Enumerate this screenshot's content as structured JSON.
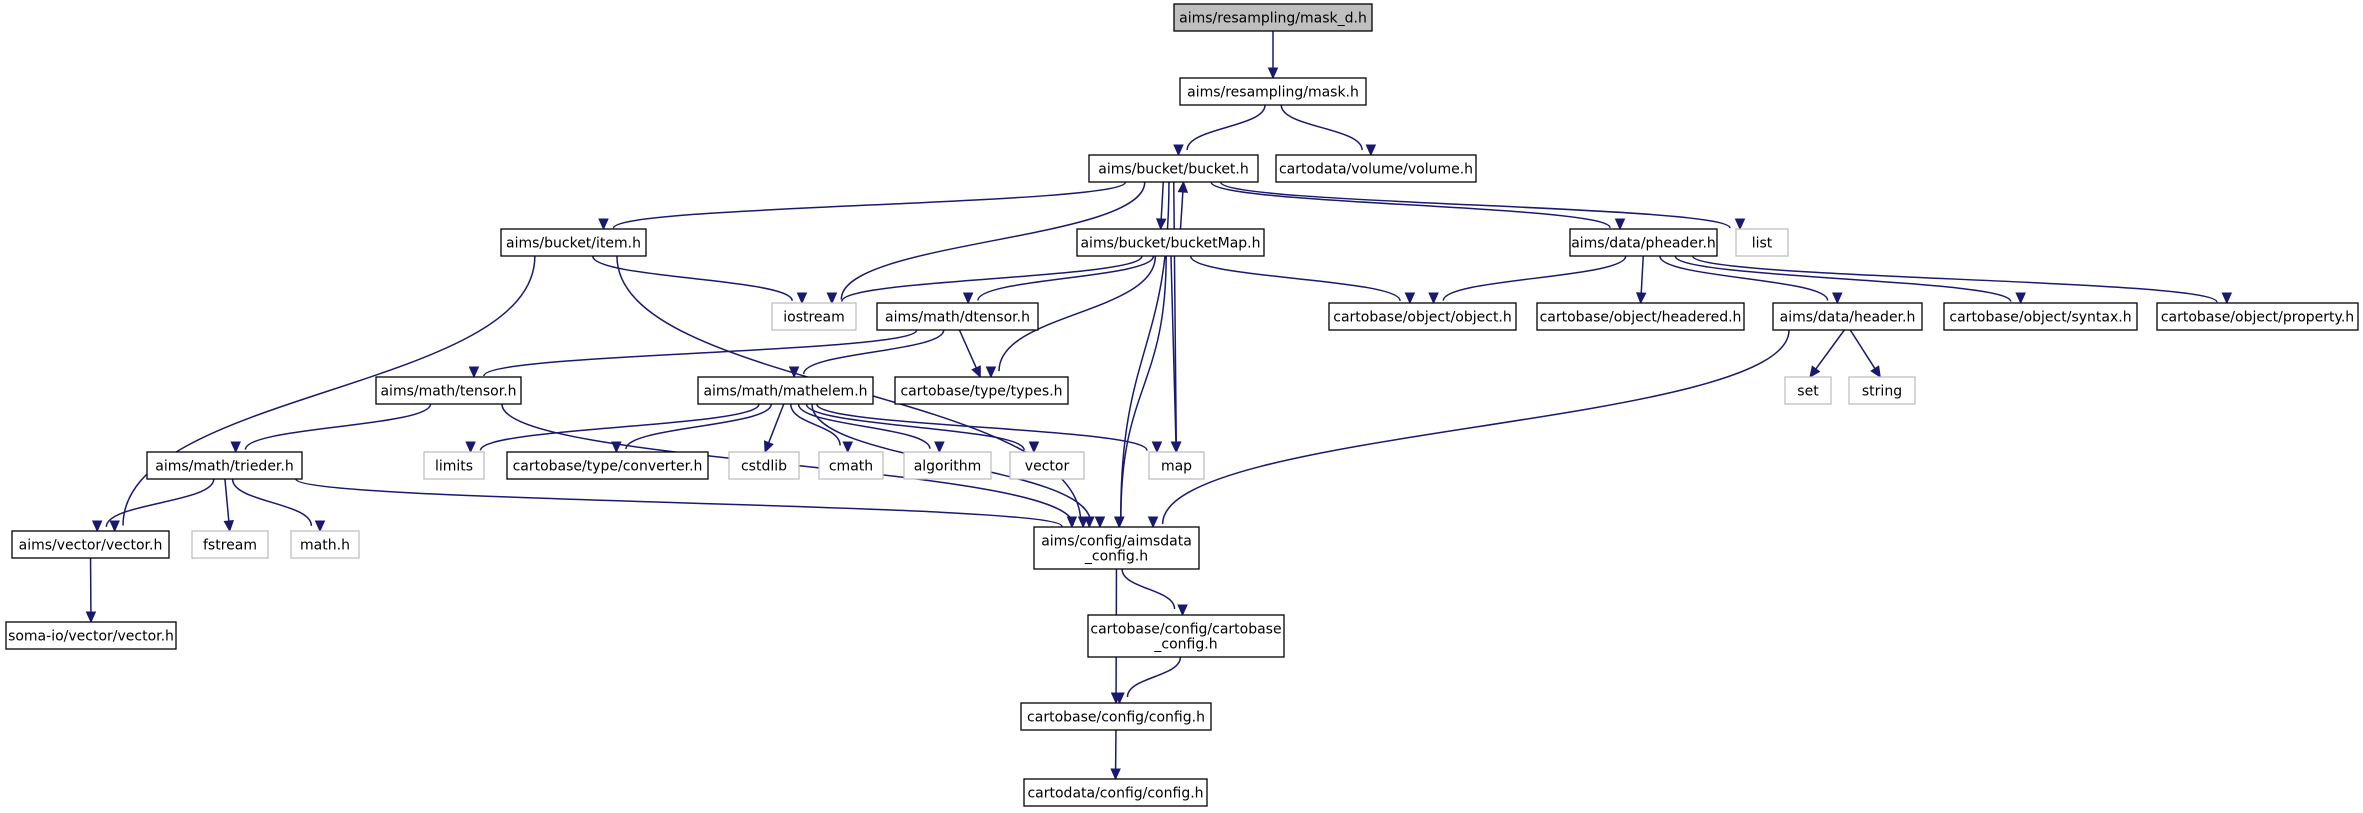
{
  "colors": {
    "edge": "#191970",
    "node_border": "#000000",
    "external_border": "#bfbfbf",
    "root_fill": "#bfbfbf",
    "node_fill": "#ffffff",
    "text": "#000000",
    "external_text": "#000000"
  },
  "nodes": [
    {
      "id": "mask_d",
      "lines": [
        "aims/resampling/mask_d.h"
      ],
      "kind": "root"
    },
    {
      "id": "mask",
      "lines": [
        "aims/resampling/mask.h"
      ],
      "kind": "header"
    },
    {
      "id": "bucket",
      "lines": [
        "aims/bucket/bucket.h"
      ],
      "kind": "header"
    },
    {
      "id": "volume",
      "lines": [
        "cartodata/volume/volume.h"
      ],
      "kind": "header"
    },
    {
      "id": "item",
      "lines": [
        "aims/bucket/item.h"
      ],
      "kind": "header"
    },
    {
      "id": "bucketMap",
      "lines": [
        "aims/bucket/bucketMap.h"
      ],
      "kind": "header"
    },
    {
      "id": "pheader",
      "lines": [
        "aims/data/pheader.h"
      ],
      "kind": "header"
    },
    {
      "id": "list",
      "lines": [
        "list"
      ],
      "kind": "system"
    },
    {
      "id": "iostream",
      "lines": [
        "iostream"
      ],
      "kind": "system"
    },
    {
      "id": "dtensor",
      "lines": [
        "aims/math/dtensor.h"
      ],
      "kind": "header"
    },
    {
      "id": "object",
      "lines": [
        "cartobase/object/object.h"
      ],
      "kind": "header"
    },
    {
      "id": "headered",
      "lines": [
        "cartobase/object/headered.h"
      ],
      "kind": "header"
    },
    {
      "id": "header",
      "lines": [
        "aims/data/header.h"
      ],
      "kind": "header"
    },
    {
      "id": "syntax",
      "lines": [
        "cartobase/object/syntax.h"
      ],
      "kind": "header"
    },
    {
      "id": "property",
      "lines": [
        "cartobase/object/property.h"
      ],
      "kind": "header"
    },
    {
      "id": "tensor",
      "lines": [
        "aims/math/tensor.h"
      ],
      "kind": "header"
    },
    {
      "id": "mathelem",
      "lines": [
        "aims/math/mathelem.h"
      ],
      "kind": "header"
    },
    {
      "id": "types",
      "lines": [
        "cartobase/type/types.h"
      ],
      "kind": "header"
    },
    {
      "id": "set",
      "lines": [
        "set"
      ],
      "kind": "system"
    },
    {
      "id": "string",
      "lines": [
        "string"
      ],
      "kind": "system"
    },
    {
      "id": "trieder",
      "lines": [
        "aims/math/trieder.h"
      ],
      "kind": "header"
    },
    {
      "id": "limits",
      "lines": [
        "limits"
      ],
      "kind": "system"
    },
    {
      "id": "converter",
      "lines": [
        "cartobase/type/converter.h"
      ],
      "kind": "header"
    },
    {
      "id": "cstdlib",
      "lines": [
        "cstdlib"
      ],
      "kind": "system"
    },
    {
      "id": "cmath",
      "lines": [
        "cmath"
      ],
      "kind": "system"
    },
    {
      "id": "algorithm",
      "lines": [
        "algorithm"
      ],
      "kind": "system"
    },
    {
      "id": "vector",
      "lines": [
        "vector"
      ],
      "kind": "system"
    },
    {
      "id": "map",
      "lines": [
        "map"
      ],
      "kind": "system"
    },
    {
      "id": "aimsvector",
      "lines": [
        "aims/vector/vector.h"
      ],
      "kind": "header"
    },
    {
      "id": "fstream",
      "lines": [
        "fstream"
      ],
      "kind": "system"
    },
    {
      "id": "mathh",
      "lines": [
        "math.h"
      ],
      "kind": "system"
    },
    {
      "id": "aimsdata_config",
      "lines": [
        "aims/config/aimsdata",
        "_config.h"
      ],
      "kind": "header"
    },
    {
      "id": "somaio_vector",
      "lines": [
        "soma-io/vector/vector.h"
      ],
      "kind": "header"
    },
    {
      "id": "cartobase_config",
      "lines": [
        "cartobase/config/cartobase",
        "_config.h"
      ],
      "kind": "header"
    },
    {
      "id": "config",
      "lines": [
        "cartobase/config/config.h"
      ],
      "kind": "header"
    },
    {
      "id": "cartodata_config",
      "lines": [
        "cartodata/config/config.h"
      ],
      "kind": "header"
    }
  ],
  "edges": [
    {
      "from": "mask_d",
      "to": "mask"
    },
    {
      "from": "mask",
      "to": "bucket"
    },
    {
      "from": "mask",
      "to": "volume"
    },
    {
      "from": "bucket",
      "to": "item"
    },
    {
      "from": "bucket",
      "to": "bucketMap"
    },
    {
      "from": "bucketMap",
      "to": "bucket"
    },
    {
      "from": "bucket",
      "to": "pheader"
    },
    {
      "from": "bucket",
      "to": "list"
    },
    {
      "from": "bucket",
      "to": "iostream"
    },
    {
      "from": "bucket",
      "to": "map"
    },
    {
      "from": "bucket",
      "to": "aimsdata_config"
    },
    {
      "from": "item",
      "to": "iostream"
    },
    {
      "from": "item",
      "to": "aimsvector"
    },
    {
      "from": "item",
      "to": "aimsdata_config"
    },
    {
      "from": "bucketMap",
      "to": "iostream"
    },
    {
      "from": "bucketMap",
      "to": "dtensor"
    },
    {
      "from": "bucketMap",
      "to": "object"
    },
    {
      "from": "bucketMap",
      "to": "types"
    },
    {
      "from": "bucketMap",
      "to": "map"
    },
    {
      "from": "bucketMap",
      "to": "aimsdata_config"
    },
    {
      "from": "pheader",
      "to": "object"
    },
    {
      "from": "pheader",
      "to": "headered"
    },
    {
      "from": "pheader",
      "to": "header"
    },
    {
      "from": "pheader",
      "to": "syntax"
    },
    {
      "from": "pheader",
      "to": "property"
    },
    {
      "from": "dtensor",
      "to": "tensor"
    },
    {
      "from": "dtensor",
      "to": "mathelem"
    },
    {
      "from": "dtensor",
      "to": "types"
    },
    {
      "from": "header",
      "to": "set"
    },
    {
      "from": "header",
      "to": "string"
    },
    {
      "from": "header",
      "to": "aimsdata_config"
    },
    {
      "from": "tensor",
      "to": "trieder"
    },
    {
      "from": "tensor",
      "to": "aimsdata_config"
    },
    {
      "from": "mathelem",
      "to": "limits"
    },
    {
      "from": "mathelem",
      "to": "converter"
    },
    {
      "from": "mathelem",
      "to": "cstdlib"
    },
    {
      "from": "mathelem",
      "to": "cmath"
    },
    {
      "from": "mathelem",
      "to": "algorithm"
    },
    {
      "from": "mathelem",
      "to": "vector"
    },
    {
      "from": "mathelem",
      "to": "map"
    },
    {
      "from": "mathelem",
      "to": "aimsdata_config"
    },
    {
      "from": "trieder",
      "to": "aimsvector"
    },
    {
      "from": "trieder",
      "to": "fstream"
    },
    {
      "from": "trieder",
      "to": "mathh"
    },
    {
      "from": "trieder",
      "to": "aimsdata_config"
    },
    {
      "from": "aimsvector",
      "to": "somaio_vector"
    },
    {
      "from": "aimsdata_config",
      "to": "cartobase_config"
    },
    {
      "from": "aimsdata_config",
      "to": "config"
    },
    {
      "from": "cartobase_config",
      "to": "config"
    },
    {
      "from": "config",
      "to": "cartodata_config"
    }
  ]
}
